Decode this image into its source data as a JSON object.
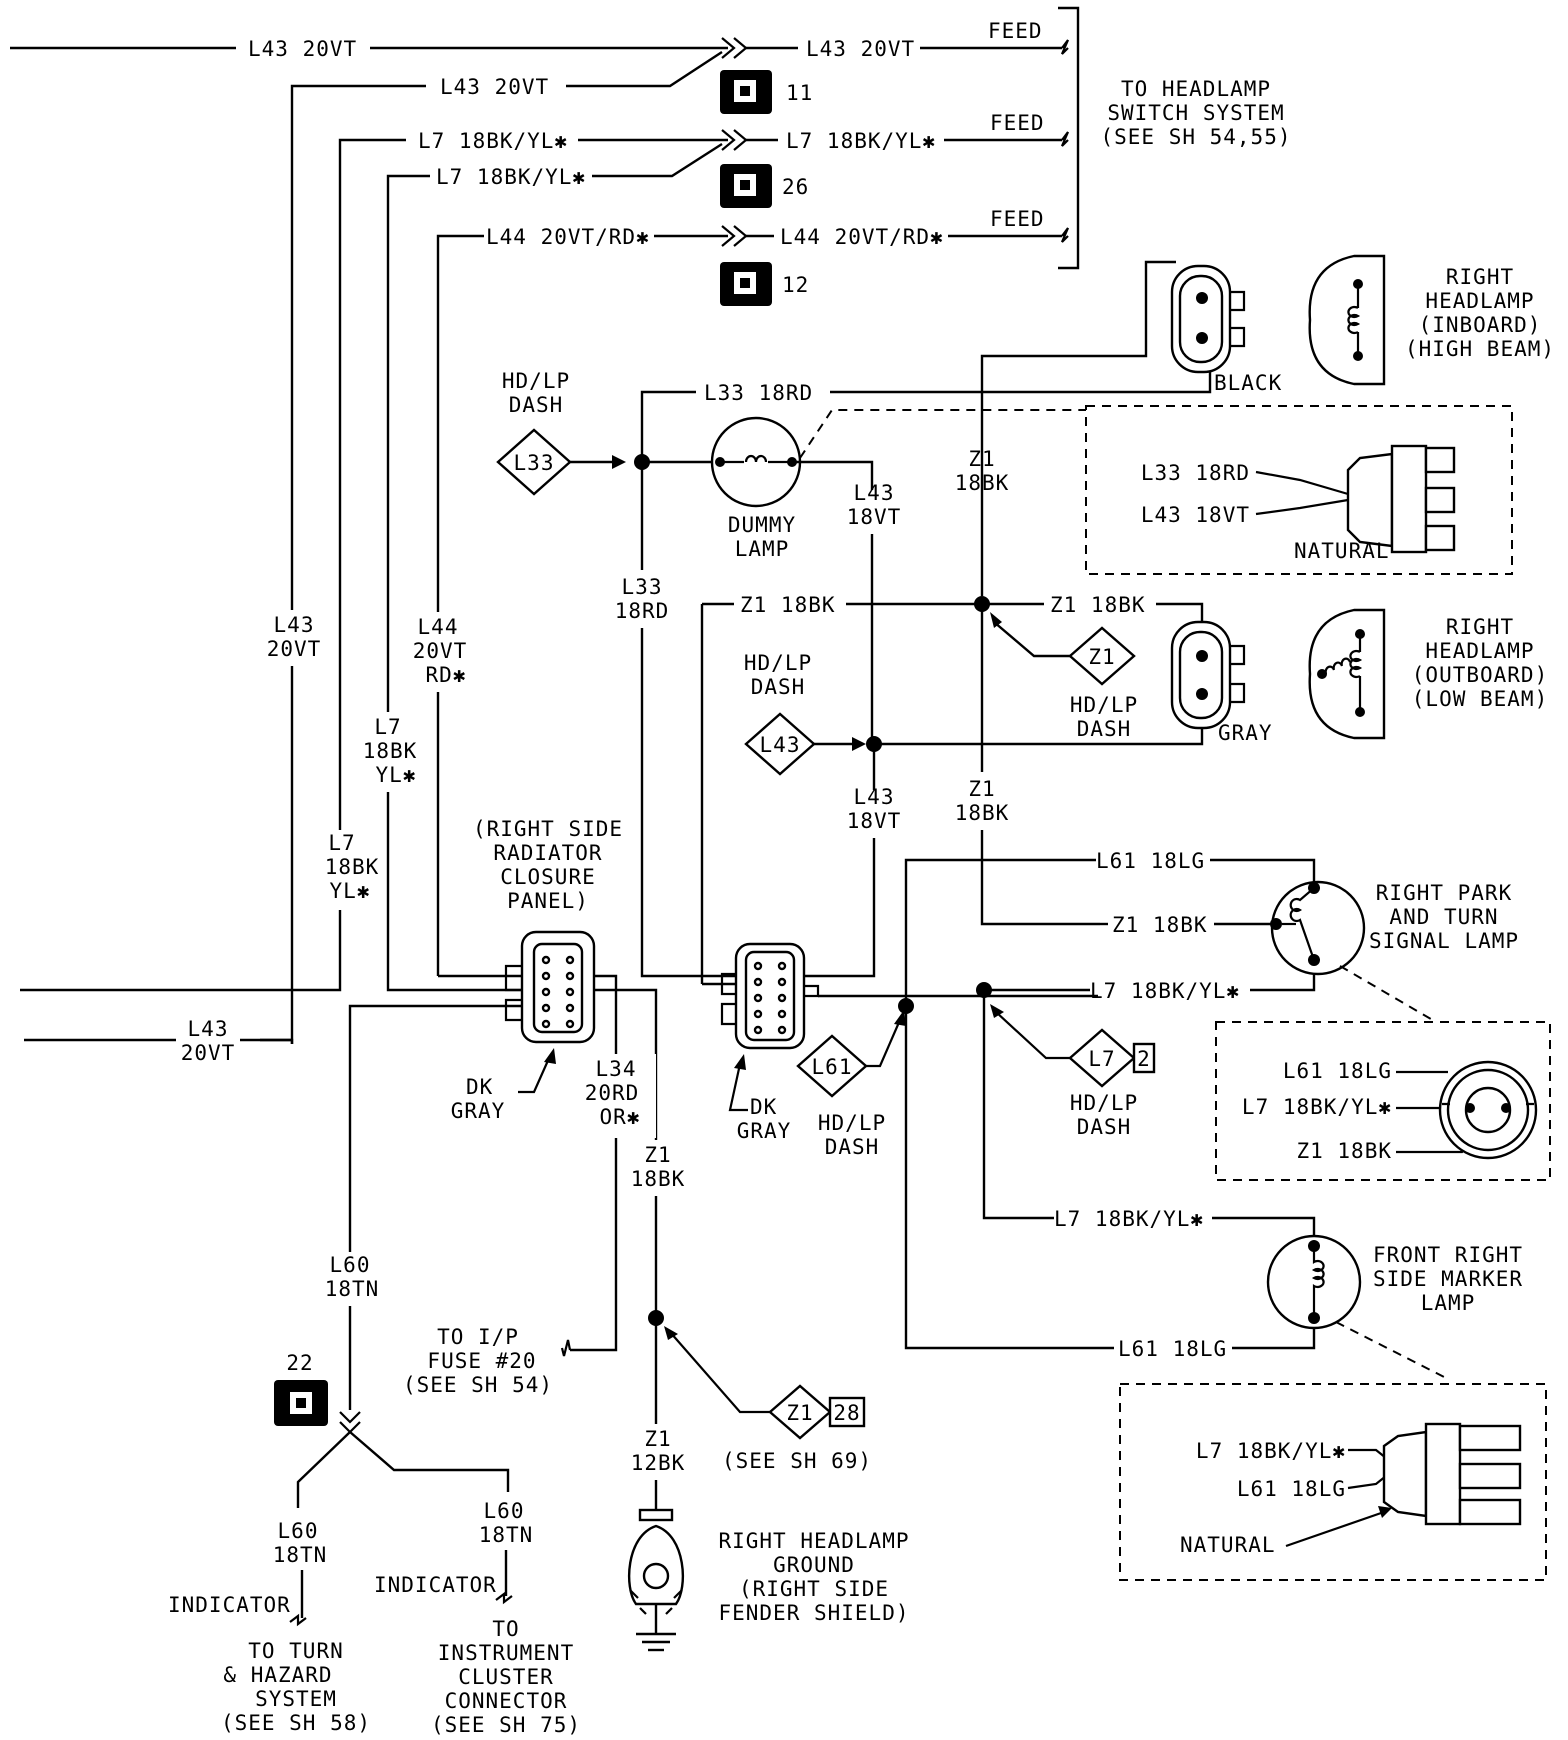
{
  "colors": {
    "line": "#000000",
    "background": "#ffffff"
  },
  "icons": [
    "splice-dot-icon",
    "connector-icon",
    "diamond-tag-icon",
    "ground-icon",
    "lamp-icon",
    "circuit-box-icon"
  ],
  "wires": {
    "top_l43_in": "L43 20VT",
    "top_l43_out": "L43 20VT",
    "l43_11": "L43 20VT",
    "l7_in": "L7 18BK/YL✱",
    "l7_out": "L7 18BK/YL✱",
    "l7_26": "L7 18BK/YL✱",
    "l44_in": "L44 20VT/RD✱",
    "l44_out": "L44 20VT/RD✱",
    "l33_top": "L33 18RD",
    "z1_mid_left": "Z1 18BK",
    "z1_mid_right": "Z1 18BK",
    "l61_upper": "L61 18LG",
    "z1_park": "Z1 18BK",
    "l7_park": "L7 18BK/YL✱",
    "l7_marker": "L7 18BK/YL✱",
    "l61_marker": "L61 18LG"
  },
  "feeds": {
    "feed_1": "FEED",
    "feed_2": "FEED",
    "feed_3": "FEED"
  },
  "cavities": {
    "c11": "11",
    "c26": "26",
    "c12": "12",
    "c22": "22",
    "tag_2": "2",
    "tag_28": "28"
  },
  "vertical_labels": {
    "l43_left": [
      "L43",
      "20VT"
    ],
    "l7_a": [
      "L7",
      "18BK",
      "YL✱"
    ],
    "l7_b": [
      "L7",
      "18BK",
      "YL✱"
    ],
    "l44": [
      "L44",
      "20VT",
      "RD✱"
    ],
    "l33": [
      "L33",
      "18RD"
    ],
    "l43_upper": [
      "L43",
      "18VT"
    ],
    "l43_lower": [
      "L43",
      "18VT"
    ],
    "z1_upper": [
      "Z1",
      "18BK"
    ],
    "z1_lower": [
      "Z1",
      "18BK"
    ],
    "l43_bottom": [
      "L43",
      "20VT"
    ],
    "l34": [
      "L34",
      "20RD",
      "OR✱"
    ],
    "z1_ground": [
      "Z1",
      "18BK"
    ],
    "l60_main": [
      "L60",
      "18TN"
    ],
    "z1_12bk": [
      "Z1",
      "12BK"
    ],
    "l60_left": [
      "L60",
      "18TN"
    ],
    "l60_right": [
      "L60",
      "18TN"
    ]
  },
  "tags": {
    "l33": "L33",
    "l43": "L43",
    "z1_upper": "Z1",
    "l61": "L61",
    "l7": "L7",
    "z1_lower": "Z1"
  },
  "labels": {
    "to_headlamp_switch": [
      "TO HEADLAMP",
      "SWITCH SYSTEM",
      "(SEE SH 54,55)"
    ],
    "hdlp_dash_l33": [
      "HD/LP",
      "DASH"
    ],
    "hdlp_dash_l43": [
      "HD/LP",
      "DASH"
    ],
    "hdlp_dash_z1": [
      "HD/LP",
      "DASH"
    ],
    "hdlp_dash_l61": [
      "HD/LP",
      "DASH"
    ],
    "hdlp_dash_l7": [
      "HD/LP",
      "DASH"
    ],
    "dummy_lamp": [
      "DUMMY",
      "LAMP"
    ],
    "black": "BLACK",
    "gray": "GRAY",
    "natural_upper": "NATURAL",
    "natural_lower": "NATURAL",
    "right_headlamp_inboard": [
      "RIGHT",
      "HEADLAMP",
      "(INBOARD)",
      "(HIGH BEAM)"
    ],
    "right_headlamp_outboard": [
      "RIGHT",
      "HEADLAMP",
      "(OUTBOARD)",
      "(LOW BEAM)"
    ],
    "radiator_closure": [
      "(RIGHT SIDE",
      "RADIATOR",
      "CLOSURE",
      "PANEL)"
    ],
    "dk_gray_left": [
      "DK",
      "GRAY"
    ],
    "dk_gray_right": [
      "DK",
      "GRAY"
    ],
    "park_turn": [
      "RIGHT PARK",
      "AND TURN",
      "SIGNAL LAMP"
    ],
    "side_marker": [
      "FRONT RIGHT",
      "SIDE MARKER",
      "LAMP"
    ],
    "to_ip_fuse": [
      "TO I/P",
      "FUSE #20",
      "(SEE SH 54)"
    ],
    "see_sh_69": "(SEE SH 69)",
    "headlamp_ground": [
      "RIGHT HEADLAMP",
      "GROUND",
      "(RIGHT SIDE",
      "FENDER SHIELD)"
    ],
    "indicator_left": "INDICATOR",
    "indicator_right": "INDICATOR",
    "to_turn_hazard": [
      "TO TURN",
      "& HAZARD",
      "SYSTEM",
      "(SEE SH 58)"
    ],
    "to_instrument_cluster": [
      "TO",
      "INSTRUMENT",
      "CLUSTER",
      "CONNECTOR",
      "(SEE SH 75)"
    ]
  },
  "insets": {
    "headlamp_inset": {
      "l33": "L33 18RD",
      "l43": "L43 18VT"
    },
    "park_inset": {
      "l61": "L61 18LG",
      "l7": "L7 18BK/YL✱",
      "z1": "Z1 18BK"
    },
    "marker_inset": {
      "l7": "L7 18BK/YL✱",
      "l61": "L61 18LG"
    }
  }
}
